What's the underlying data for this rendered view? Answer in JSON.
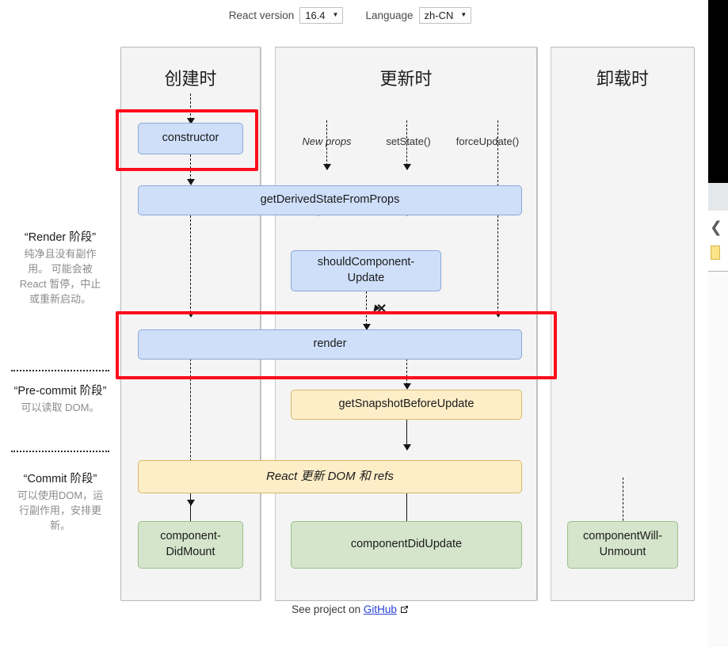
{
  "controls": {
    "react_version": {
      "label": "React version",
      "value": "16.4",
      "caret": "▼"
    },
    "language": {
      "label": "Language",
      "value": "zh-CN",
      "caret": "▼"
    }
  },
  "columns": [
    {
      "key": "create",
      "title": "创建时"
    },
    {
      "key": "update",
      "title": "更新时"
    },
    {
      "key": "unmount",
      "title": "卸载时"
    }
  ],
  "triggers": [
    {
      "name": "new-props",
      "label": "New props"
    },
    {
      "name": "set-state",
      "label": "setState()"
    },
    {
      "name": "force-update",
      "label": "forceUpdate()"
    }
  ],
  "nodes": {
    "constructor": "constructor",
    "get_derived_state_from_props": "getDerivedStateFromProps",
    "should_component_update": "shouldComponent-\nUpdate",
    "render": "render",
    "get_snapshot_before_update": "getSnapshotBeforeUpdate",
    "react_updates_dom": "React 更新 DOM 和 refs",
    "component_did_mount": "component-\nDidMount",
    "component_did_update": "componentDidUpdate",
    "component_will_unmount": "componentWill-\nUnmount"
  },
  "phases": [
    {
      "name": "render-phase",
      "title": "“Render 阶段”",
      "desc": "纯净且没有副作用。 可能会被 React 暂停，中止或重新启动。"
    },
    {
      "name": "pre-commit-phase",
      "title": "“Pre-commit 阶段”",
      "desc": "可以读取 DOM。"
    },
    {
      "name": "commit-phase",
      "title": "“Commit 阶段”",
      "desc": "可以使用DOM，运行副作用，安排更新。"
    }
  ],
  "footer": {
    "prefix": "See project on ",
    "link": "GitHub",
    "external_icon": "external-link"
  },
  "markers": {
    "x_mark": "✕"
  },
  "colors": {
    "highlight": "#fc0d1b",
    "node_blue": "#cfdffa",
    "node_yellow": "#fdeec8",
    "node_green": "#d4e5cb",
    "column_bg": "#f4f4f4"
  },
  "rail": {
    "chevron": "❮"
  }
}
